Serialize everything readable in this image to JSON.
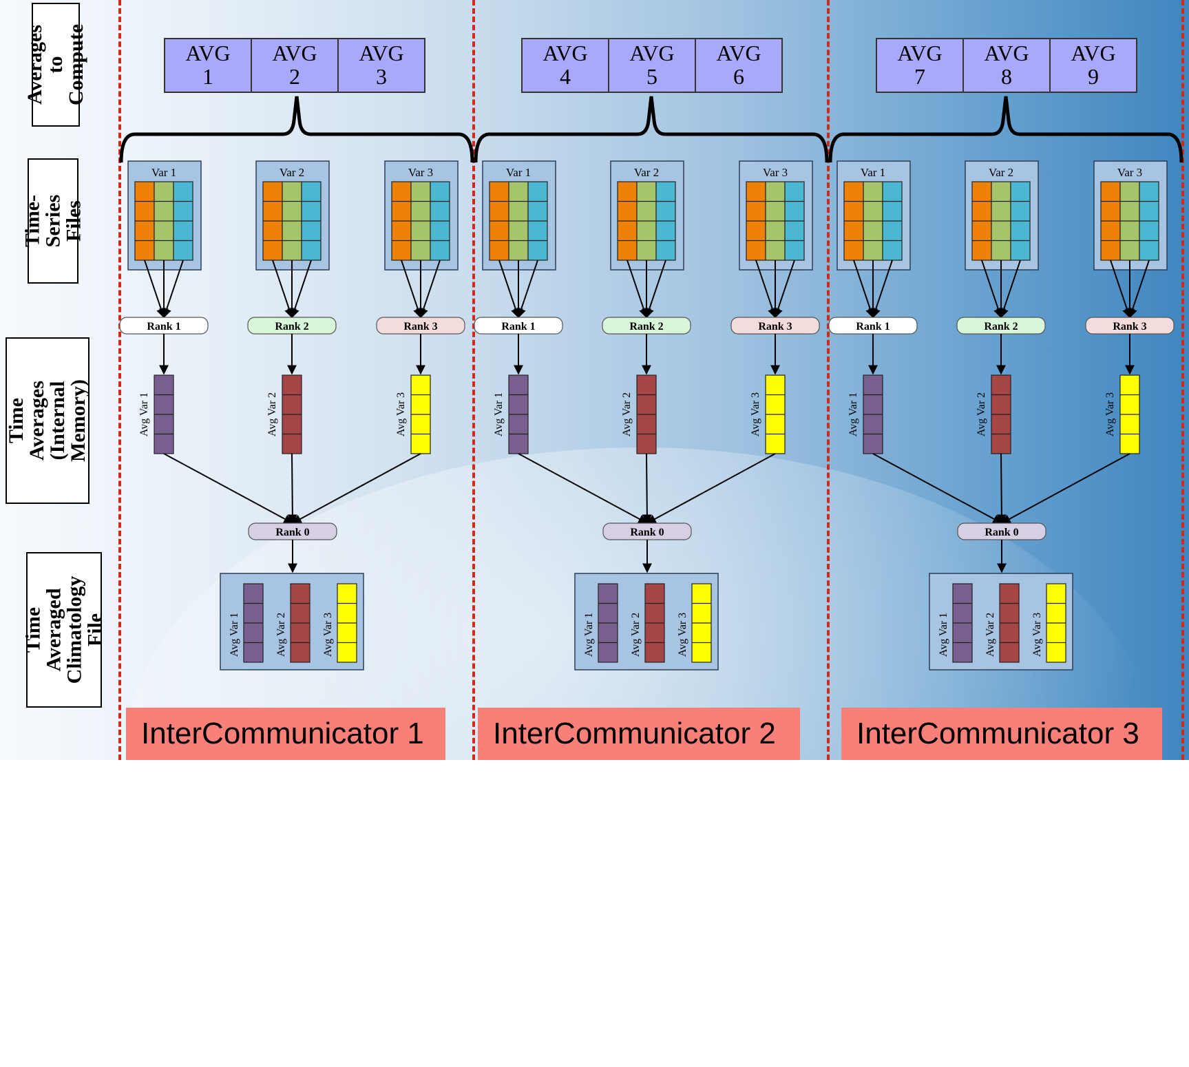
{
  "row_labels": {
    "averages": "Averages to Compute",
    "timeseries": "Time-Series Files",
    "timeavg": "Time Averages (Internal Memory)",
    "climatology": "Time Averaged Climatology File"
  },
  "groups": [
    {
      "avgs": [
        {
          "l1": "AVG",
          "l2": "1"
        },
        {
          "l1": "AVG",
          "l2": "2"
        },
        {
          "l1": "AVG",
          "l2": "3"
        }
      ],
      "vars": [
        "Var 1",
        "Var 2",
        "Var 3"
      ],
      "ranks": [
        "Rank 1",
        "Rank 2",
        "Rank 3"
      ],
      "avg_vars": [
        "Avg Var 1",
        "Avg Var 2",
        "Avg Var 3"
      ],
      "rank0": "Rank 0",
      "intercomm": "InterCommunicator 1"
    },
    {
      "avgs": [
        {
          "l1": "AVG",
          "l2": "4"
        },
        {
          "l1": "AVG",
          "l2": "5"
        },
        {
          "l1": "AVG",
          "l2": "6"
        }
      ],
      "vars": [
        "Var 1",
        "Var 2",
        "Var 3"
      ],
      "ranks": [
        "Rank 1",
        "Rank 2",
        "Rank 3"
      ],
      "avg_vars": [
        "Avg Var 1",
        "Avg Var 2",
        "Avg Var 3"
      ],
      "rank0": "Rank 0",
      "intercomm": "InterCommunicator 2"
    },
    {
      "avgs": [
        {
          "l1": "AVG",
          "l2": "7"
        },
        {
          "l1": "AVG",
          "l2": "8"
        },
        {
          "l1": "AVG",
          "l2": "9"
        }
      ],
      "vars": [
        "Var 1",
        "Var 2",
        "Var 3"
      ],
      "ranks": [
        "Rank 1",
        "Rank 2",
        "Rank 3"
      ],
      "avg_vars": [
        "Avg Var 1",
        "Avg Var 2",
        "Avg Var 3"
      ],
      "rank0": "Rank 0",
      "intercomm": "InterCommunicator 3"
    }
  ],
  "colors": {
    "avg_box": "#a9a9fc",
    "divider": "#d12a1c",
    "intercomm_box": "#f88079",
    "var_col_1": "#ee8209",
    "var_col_2": "#a6c46a",
    "var_col_3": "#4ab8d0",
    "avg_var_1": "#785f8f",
    "avg_var_2": "#a64545",
    "avg_var_3": "#ffff00",
    "rank_1": "#ffffff",
    "rank_2": "#d8f7d8",
    "rank_3": "#f5dcdc",
    "rank_0": "#d7cfe3"
  }
}
